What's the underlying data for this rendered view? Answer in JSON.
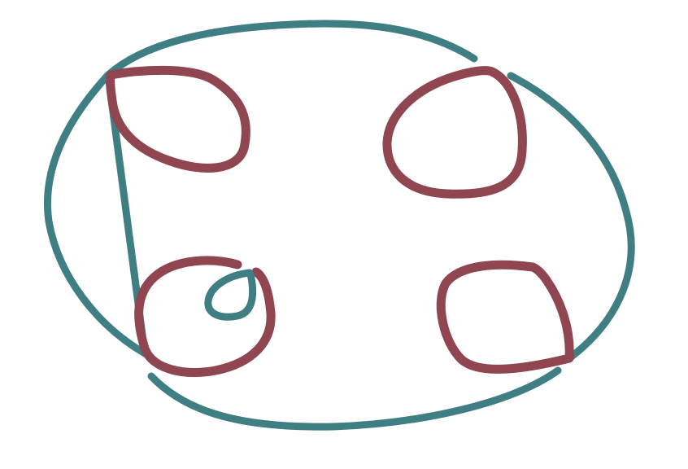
{
  "diagram": {
    "colors": {
      "background": "#ffffff",
      "outer_loop": "#3f7f84",
      "inner_loop": "#8f4650"
    },
    "shapes": [
      {
        "name": "outer-loop",
        "kind": "closed-curve",
        "color_key": "outer_loop"
      },
      {
        "name": "inner-loop-top-left",
        "kind": "closed-curve",
        "color_key": "inner_loop"
      },
      {
        "name": "inner-loop-top-right",
        "kind": "closed-curve",
        "color_key": "inner_loop"
      },
      {
        "name": "inner-loop-bottom-left",
        "kind": "closed-curve",
        "color_key": "inner_loop"
      },
      {
        "name": "inner-loop-bottom-right",
        "kind": "closed-curve",
        "color_key": "inner_loop"
      },
      {
        "name": "small-loop-inside-bottom-left",
        "kind": "closed-curve",
        "color_key": "outer_loop"
      }
    ]
  }
}
